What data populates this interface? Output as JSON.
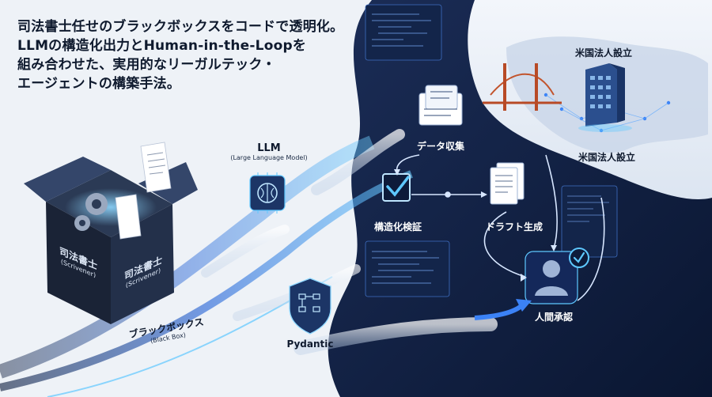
{
  "headline": [
    "司法書士任せのブラックボックスをコードで透明化。",
    "LLMの構造化出力とHuman-in-the-Loopを",
    "組み合わせた、実用的なリーガルテック・",
    "エージェントの構築手法。"
  ],
  "black_box": {
    "face_left": "司法書士",
    "face_left_sub": "(Scrivener)",
    "face_right": "司法書士",
    "face_right_sub": "(Scrivener)",
    "caption": "ブラックボックス",
    "caption_sub": "(Black Box)"
  },
  "llm": {
    "title": "LLM",
    "subtitle": "(Large Language Model)"
  },
  "pydantic": {
    "label": "Pydantic"
  },
  "flow": {
    "data_collection": "データ収集",
    "structured_validation": "構造化検証",
    "draft_generation": "ドラフト生成",
    "human_approval": "人間承認"
  },
  "map": {
    "label_top": "米国法人設立",
    "label_mid": "米国法人設立"
  },
  "colors": {
    "navy": "#0d1b3a",
    "flow_blue": "#3b82f6",
    "accent_cyan": "#5ec8ff"
  },
  "icons": [
    "gear-icon",
    "document-icon",
    "brain-chip-icon",
    "shield-icon",
    "checkbox-icon",
    "form-icon",
    "user-icon",
    "building-icon",
    "bridge-icon"
  ]
}
